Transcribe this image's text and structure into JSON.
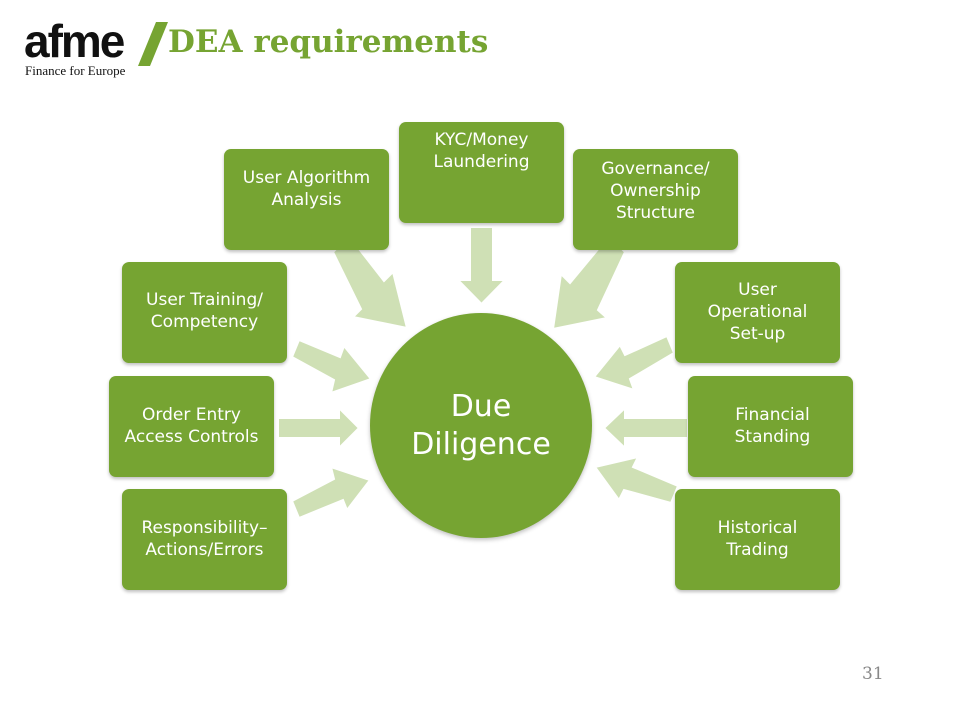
{
  "logo": {
    "word": "afme",
    "tagline": "Finance for Europe"
  },
  "header": {
    "title": "DEA requirements"
  },
  "diagram": {
    "center": "Due\nDiligence",
    "nodes": [
      {
        "label": "KYC/Money\nLaundering"
      },
      {
        "label": "User Algorithm\nAnalysis"
      },
      {
        "label": "Governance/\nOwnership\nStructure"
      },
      {
        "label": "User Training/\nCompetency"
      },
      {
        "label": "User\nOperational\nSet-up"
      },
      {
        "label": "Order Entry\nAccess Controls"
      },
      {
        "label": "Financial\nStanding"
      },
      {
        "label": "Responsibility–\nActions/Errors"
      },
      {
        "label": "Historical\nTrading"
      }
    ]
  },
  "colors": {
    "accent": "#76a432",
    "arrow": "#cfe0b5",
    "logo_slash": "#76a432"
  },
  "footer": {
    "page_number": "31"
  }
}
